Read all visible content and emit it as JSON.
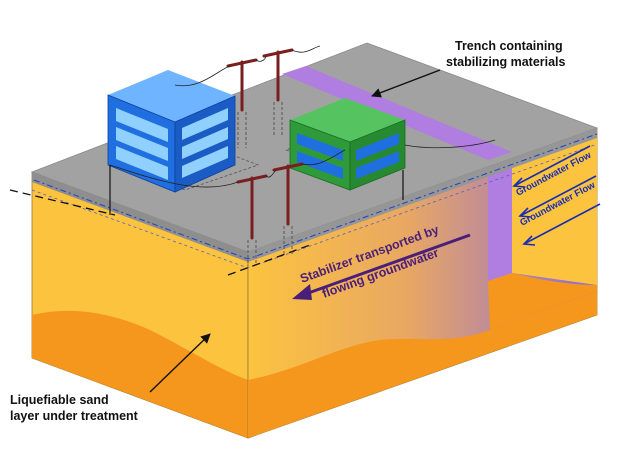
{
  "labels": {
    "trench_line1": "Trench containing",
    "trench_line2": "stabilizing materials",
    "stabilizer_line1": "Stabilizer transported by",
    "stabilizer_line2": "flowing groundwater",
    "groundwater_1": "Groundwater Flow",
    "groundwater_2": "Groundwater Flow",
    "sand_line1": "Liquefiable sand",
    "sand_line2": "layer under treatment"
  },
  "colors": {
    "surface": "#a2a2a2",
    "surface_edge": "#8a8a8a",
    "sand": "#fcc33f",
    "deep_layer": "#f5961d",
    "trench": "#b07de0",
    "stabilizer_purple": "#8f6ad8",
    "groundwater_arrow": "#1a2fb0",
    "building_blue": "#1f6fe0",
    "building_green": "#2f9a3a",
    "pole": "#7a1f1f"
  }
}
